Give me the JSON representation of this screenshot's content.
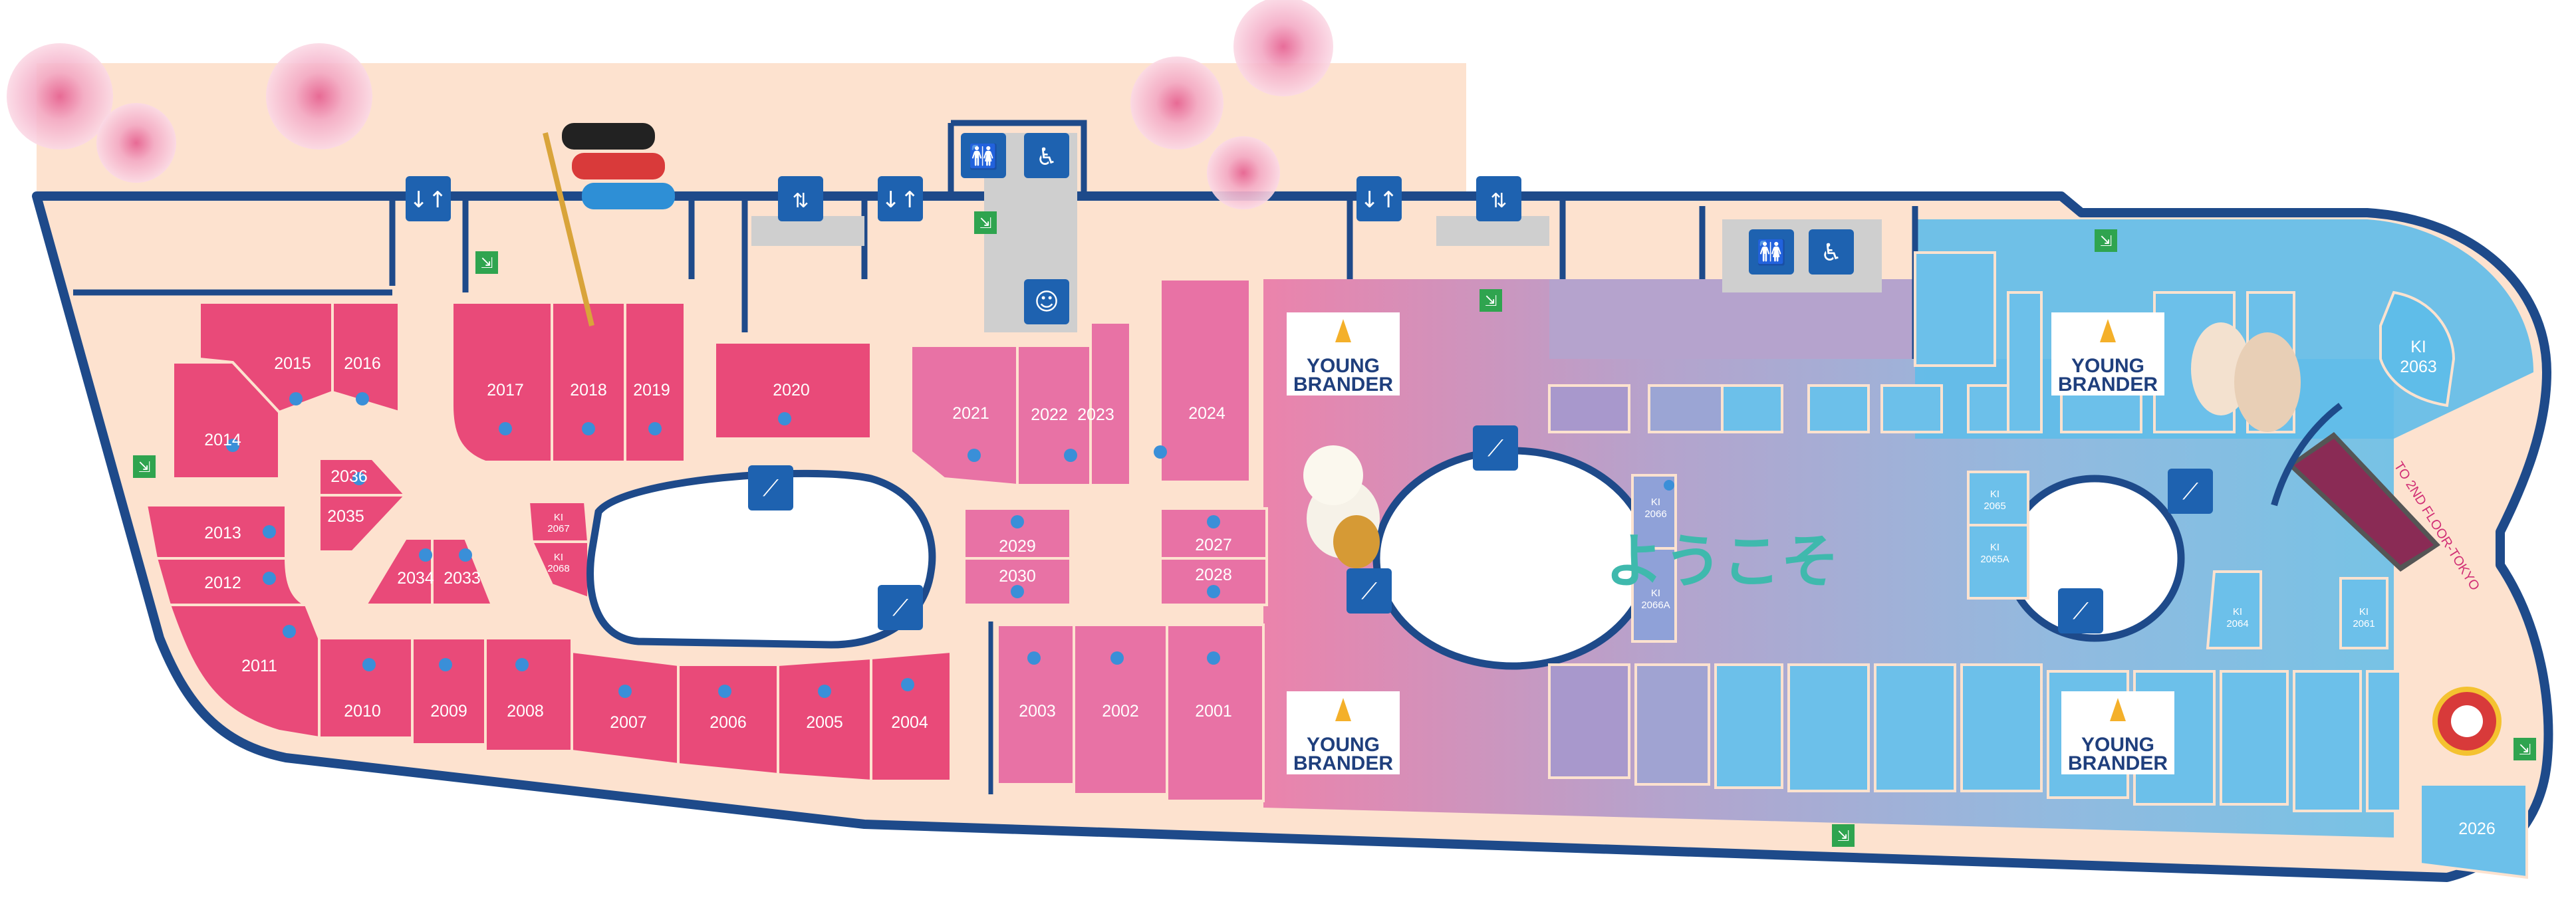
{
  "welcome_text": "ようこそ",
  "brand_name_line1": "YOUNG",
  "brand_name_line2": "BRANDER",
  "escalator_direction_label": "TO 2ND FLOOR-TOKYO",
  "colors": {
    "floor": "#fde2cf",
    "wall": "#1e4a8a",
    "shop_pink": "#e94a79",
    "shop_magenta": "#e872a5",
    "shop_light_blue": "#5fbde9",
    "shop_purple": "#a898cc",
    "atrium": "#ffffff",
    "welcome_teal": "#3fb9ad"
  },
  "units": {
    "u2001": "2001",
    "u2002": "2002",
    "u2003": "2003",
    "u2004": "2004",
    "u2005": "2005",
    "u2006": "2006",
    "u2007": "2007",
    "u2008": "2008",
    "u2009": "2009",
    "u2010": "2010",
    "u2011": "2011",
    "u2012": "2012",
    "u2013": "2013",
    "u2014": "2014",
    "u2015": "2015",
    "u2016": "2016",
    "u2017": "2017",
    "u2018": "2018",
    "u2019": "2019",
    "u2020": "2020",
    "u2021": "2021",
    "u2022": "2022",
    "u2023": "2023",
    "u2024": "2024",
    "u2026": "2026",
    "u2027": "2027",
    "u2028": "2028",
    "u2029": "2029",
    "u2030": "2030",
    "u2033": "2033",
    "u2034": "2034",
    "u2035": "2035",
    "u2036": "2036"
  },
  "kiosks": {
    "k2067_a": "KI",
    "k2067_b": "2067",
    "k2068_a": "KI",
    "k2068_b": "2068",
    "k2066_a": "KI",
    "k2066_b": "2066",
    "k2066A_a": "KI",
    "k2066A_b": "2066A",
    "k2065_a": "KI",
    "k2065_b": "2065",
    "k2065A_a": "KI",
    "k2065A_b": "2065A",
    "k2064_a": "KI",
    "k2064_b": "2064",
    "k2061_a": "KI",
    "k2061_b": "2061",
    "k2063_a": "KI",
    "k2063_b": "2063"
  },
  "icons": [
    "elevator-icon",
    "escalator-icon",
    "toilet-icon",
    "wheelchair-icon",
    "baby-care-icon",
    "emergency-exit-icon",
    "lift-arrows-icon"
  ]
}
